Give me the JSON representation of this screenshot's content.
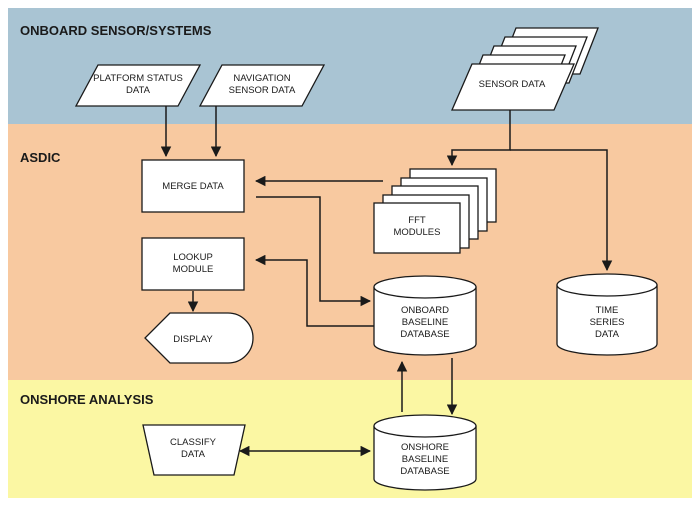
{
  "zones": {
    "onboard": {
      "label": "ONBOARD SENSOR/SYSTEMS",
      "color": "#a9c4d3"
    },
    "asdic": {
      "label": "ASDIC",
      "color": "#f8c9a0"
    },
    "onshore": {
      "label": "ONSHORE ANALYSIS",
      "color": "#fbf7a3"
    }
  },
  "nodes": {
    "platform_status": [
      "PLATFORM STATUS",
      "DATA"
    ],
    "navigation": [
      "NAVIGATION",
      "SENSOR DATA"
    ],
    "sensor_data": [
      "SENSOR DATA"
    ],
    "merge_data": [
      "MERGE DATA"
    ],
    "fft_modules": [
      "FFT",
      "MODULES"
    ],
    "lookup_module": [
      "LOOKUP",
      "MODULE"
    ],
    "display": [
      "DISPLAY"
    ],
    "onboard_db": [
      "ONBOARD",
      "BASELINE",
      "DATABASE"
    ],
    "time_series": [
      "TIME",
      "SERIES",
      "DATA"
    ],
    "classify": [
      "CLASSIFY",
      "DATA"
    ],
    "onshore_db": [
      "ONSHORE",
      "BASELINE",
      "DATABASE"
    ]
  }
}
